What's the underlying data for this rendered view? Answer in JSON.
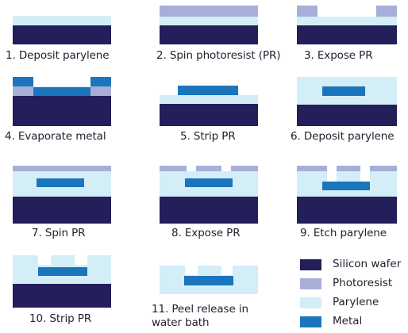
{
  "colors": {
    "silicon_wafer": "#231F5B",
    "photoresist": "#A7AED8",
    "parylene": "#D4EEF8",
    "metal": "#1B75BC",
    "text": "#1F1F2E"
  },
  "steps": [
    {
      "number": 1,
      "caption": "1. Deposit parylene"
    },
    {
      "number": 2,
      "caption": "2. Spin photoresist (PR)"
    },
    {
      "number": 3,
      "caption": "3. Expose PR"
    },
    {
      "number": 4,
      "caption": "4. Evaporate metal"
    },
    {
      "number": 5,
      "caption": "5. Strip PR"
    },
    {
      "number": 6,
      "caption": "6. Deposit parylene"
    },
    {
      "number": 7,
      "caption": "7. Spin PR"
    },
    {
      "number": 8,
      "caption": "8. Expose PR"
    },
    {
      "number": 9,
      "caption": "9. Etch parylene"
    },
    {
      "number": 10,
      "caption": "10. Strip PR"
    },
    {
      "number": 11,
      "caption_line1": "11. Peel release in",
      "caption_line2": "water bath"
    }
  ],
  "legend": [
    {
      "key": "silicon_wafer",
      "label": "Silicon wafer"
    },
    {
      "key": "photoresist",
      "label": "Photoresist"
    },
    {
      "key": "parylene",
      "label": "Parylene"
    },
    {
      "key": "metal",
      "label": "Metal"
    }
  ]
}
